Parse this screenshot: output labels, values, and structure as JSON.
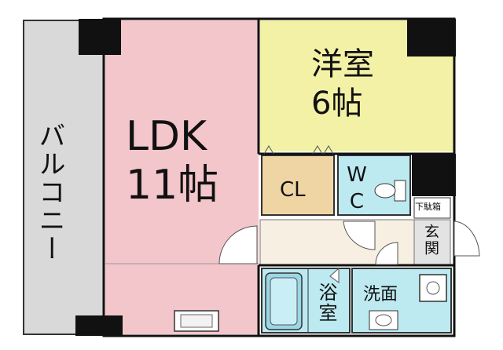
{
  "rooms": {
    "ldk": {
      "name": "LDK",
      "size": "11帖",
      "color": "#f3c6cb"
    },
    "western": {
      "name": "洋室",
      "size": "6帖",
      "color": "#f3f1a6"
    },
    "closet": {
      "name": "CL",
      "color": "#f0d5a4"
    },
    "toilet": {
      "name": "WC",
      "color": "#bde9f1"
    },
    "shoe_box": {
      "name": "下駄箱"
    },
    "entrance": {
      "name": "玄関"
    },
    "bath": {
      "name": "浴室",
      "color": "#bde9f1"
    },
    "washroom": {
      "name": "洗面",
      "color": "#bde9f1"
    },
    "balcony": {
      "name": "バルコニー",
      "color": "#d9d9d9"
    }
  },
  "colors": {
    "wall": "#111111",
    "hall": "#f6efe2",
    "line": "#333333"
  }
}
